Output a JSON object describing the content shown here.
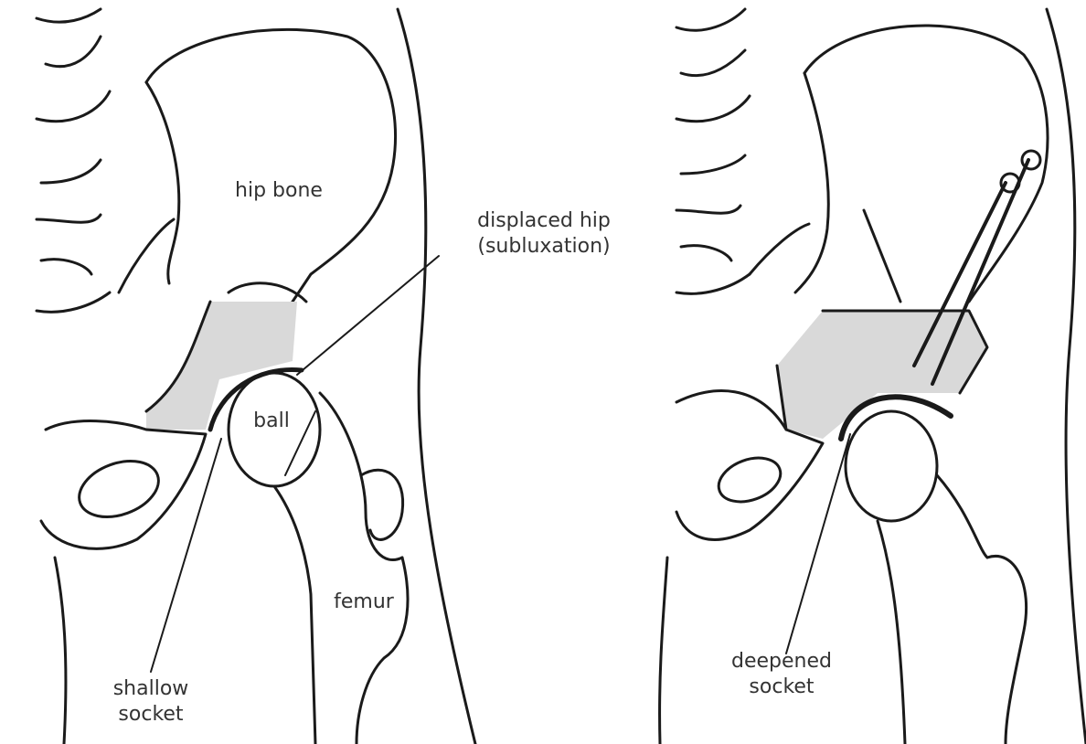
{
  "labels": {
    "hip_bone": "hip bone",
    "displaced_hip_line1": "displaced hip",
    "displaced_hip_line2": "(subluxation)",
    "ball": "ball",
    "femur": "femur",
    "shallow_line1": "shallow",
    "shallow_line2": "socket",
    "deepened_line1": "deepened",
    "deepened_line2": "socket"
  },
  "colors": {
    "line": "#1a1a1a",
    "shading": "#d9d9d9",
    "background": "#ffffff"
  }
}
